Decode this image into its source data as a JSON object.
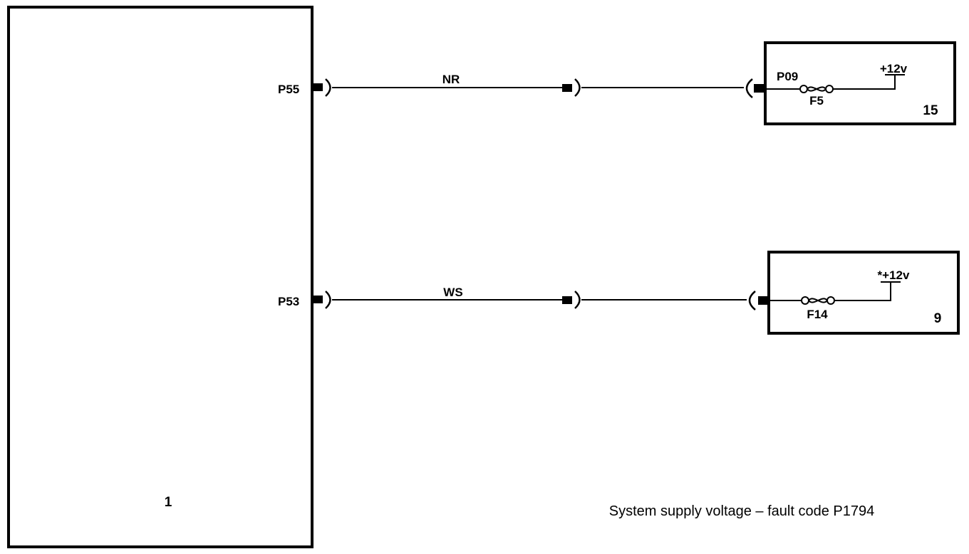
{
  "components": {
    "ecu": {
      "number": "1"
    },
    "fusebox_a": {
      "number": "15",
      "pin": "P09",
      "fuse": "F5",
      "supply": "+12v"
    },
    "fusebox_b": {
      "number": "9",
      "fuse": "F14",
      "supply": "*+12v"
    }
  },
  "wires": [
    {
      "pin": "P55",
      "color_code": "NR"
    },
    {
      "pin": "P53",
      "color_code": "WS"
    }
  ],
  "caption": "System supply voltage – fault code P1794"
}
